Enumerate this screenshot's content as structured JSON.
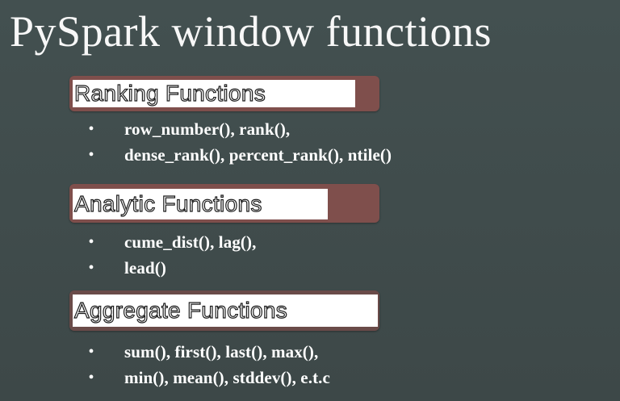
{
  "slide": {
    "title": "PySpark window functions",
    "sections": [
      {
        "header": "Ranking Functions",
        "items": [
          "row_number(), rank(),",
          "dense_rank(), percent_rank(), ntile()"
        ]
      },
      {
        "header": "Analytic Functions",
        "items": [
          "cume_dist(), lag(),",
          "lead()"
        ]
      },
      {
        "header": "Aggregate Functions",
        "items": [
          "sum(), first(), last(), max(),",
          "min(), mean(), stddev(), e.t.c"
        ]
      }
    ],
    "bullet": "•",
    "colors": {
      "background": "#3f4a4a",
      "header_band": "#7f4f4c",
      "text": "#ffffff"
    }
  }
}
